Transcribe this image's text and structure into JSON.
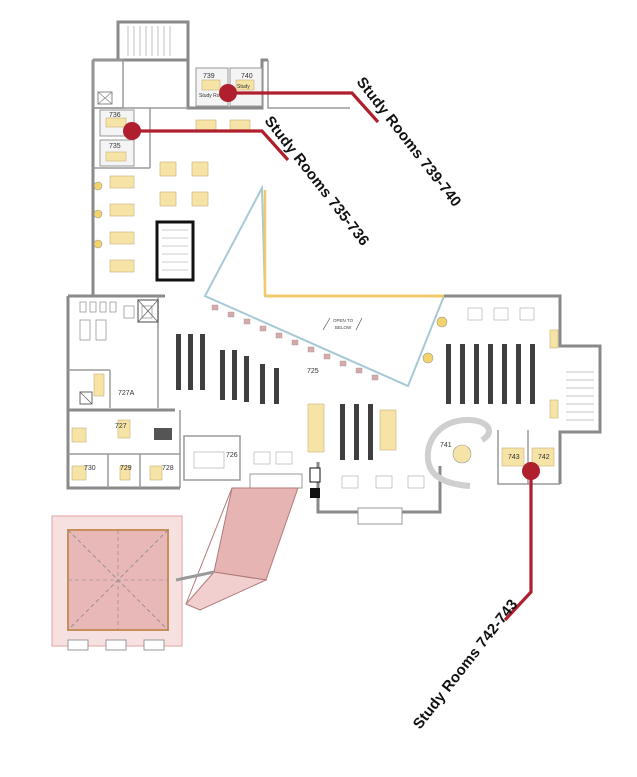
{
  "rooms": [
    {
      "id": "r739",
      "label": "739"
    },
    {
      "id": "r740",
      "label": "740"
    },
    {
      "id": "r736",
      "label": "736"
    },
    {
      "id": "r735",
      "label": "735"
    },
    {
      "id": "r727a",
      "label": "727A"
    },
    {
      "id": "r727",
      "label": "727"
    },
    {
      "id": "r730",
      "label": "730"
    },
    {
      "id": "r729",
      "label": "729"
    },
    {
      "id": "r728",
      "label": "728"
    },
    {
      "id": "r726",
      "label": "726"
    },
    {
      "id": "r725",
      "label": "725"
    },
    {
      "id": "r741",
      "label": "741"
    },
    {
      "id": "r743",
      "label": "743"
    },
    {
      "id": "r742",
      "label": "742"
    }
  ],
  "small_labels": {
    "study_a": "Study Room",
    "study_b": "Study",
    "open_to_below_1": "OPEN TO",
    "open_to_below_2": "BELOW"
  },
  "callouts": [
    {
      "label": "Study Rooms 739-740",
      "color": "#b01f2e"
    },
    {
      "label": "Study Rooms 735-736",
      "color": "#b01f2e"
    },
    {
      "label": "Study Rooms 742-743",
      "color": "#b01f2e"
    }
  ],
  "colors": {
    "wall": "#8a8a8a",
    "accent": "#b01f2e",
    "table": "#f6e3a6",
    "stair_area": "#e7b4b4",
    "stacks": "#3f3f3f"
  }
}
